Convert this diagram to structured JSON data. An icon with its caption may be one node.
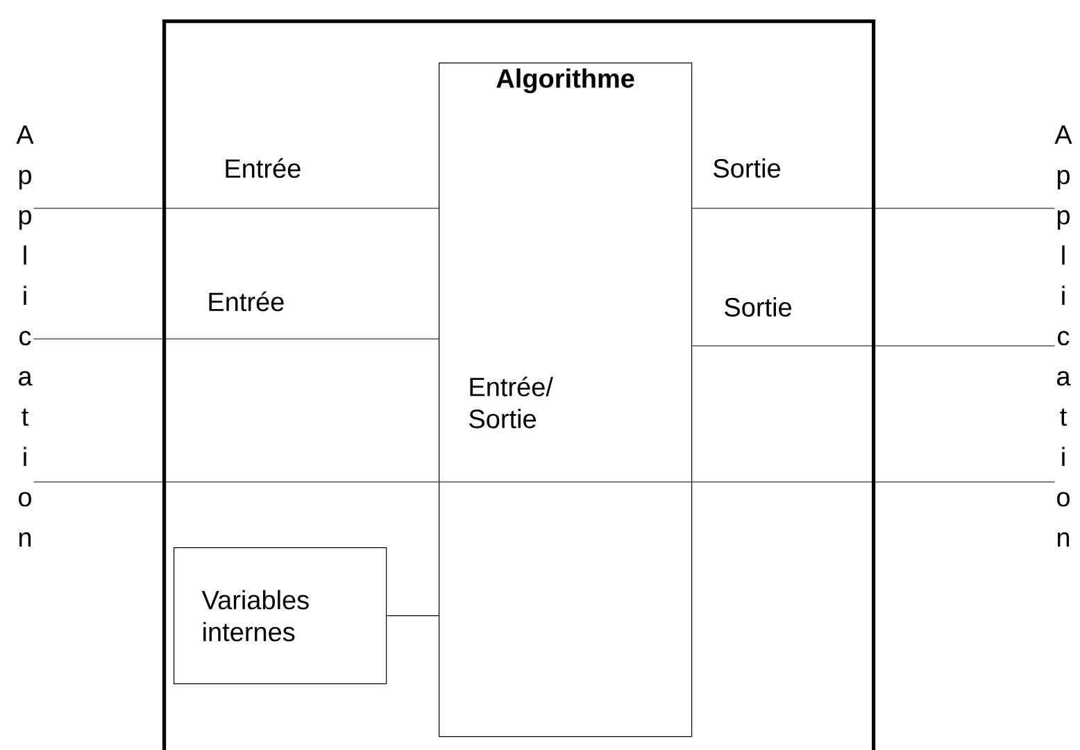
{
  "diagram": {
    "nodes": [
      {
        "text": [
          "Application"
        ]
      },
      {
        "text": [],
        "shape": "box"
      },
      {
        "text": [
          "Algorithme"
        ],
        "in": 1
      },
      {
        "text": [
          "Variables internes"
        ],
        "in": 1
      },
      {
        "text": [
          "Application"
        ]
      }
    ],
    "edges": [
      {
        "from": 0,
        "to": 2,
        "arrow": "none",
        "label": "Entrée"
      },
      {
        "from": 0,
        "to": 2,
        "arrow": "none",
        "label": "Entrée"
      },
      {
        "from": 0,
        "to": 2,
        "arrow": "none",
        "label": "Entrée/Sortie"
      },
      {
        "from": 2,
        "to": 4,
        "arrow": "none"
      },
      {
        "from": 2,
        "to": 4,
        "arrow": "none",
        "label": "Sortie"
      },
      {
        "from": 2,
        "to": 4,
        "arrow": "none",
        "label": "Sortie"
      },
      {
        "from": 3,
        "to": 2,
        "arrow": "none"
      }
    ]
  }
}
